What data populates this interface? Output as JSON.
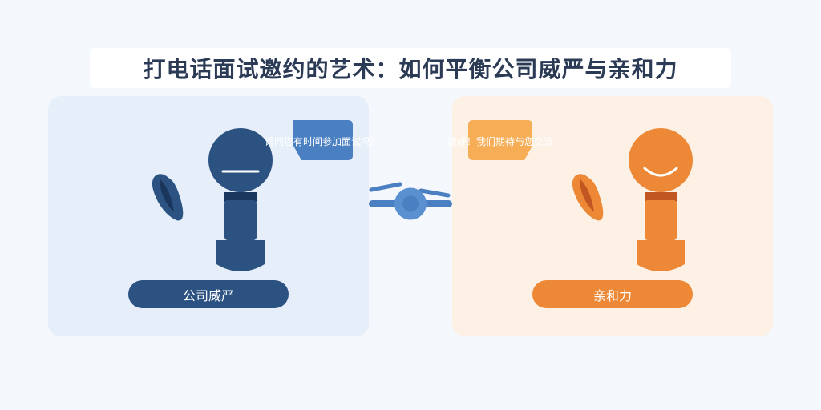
{
  "title": "打电话面试邀约的艺术：如何平衡公司威严与亲和力",
  "left": {
    "label": "公司威严",
    "speech": "请问您有时间参加面试吗？",
    "colors": {
      "primary": "#2c5282",
      "bubble": "#4a7fc1",
      "panel": "#e6eff9",
      "dark": "#1a365d"
    }
  },
  "right": {
    "label": "亲和力",
    "speech": "您好！我们期待与您交流",
    "colors": {
      "primary": "#ed8936",
      "bubble": "#f6ad55",
      "panel": "#fdf1e6",
      "dark": "#c05621"
    }
  },
  "balance": {
    "color": "#4a7fc1",
    "pivot": "#5a8fd0",
    "icon": "balance-scale-icon"
  }
}
